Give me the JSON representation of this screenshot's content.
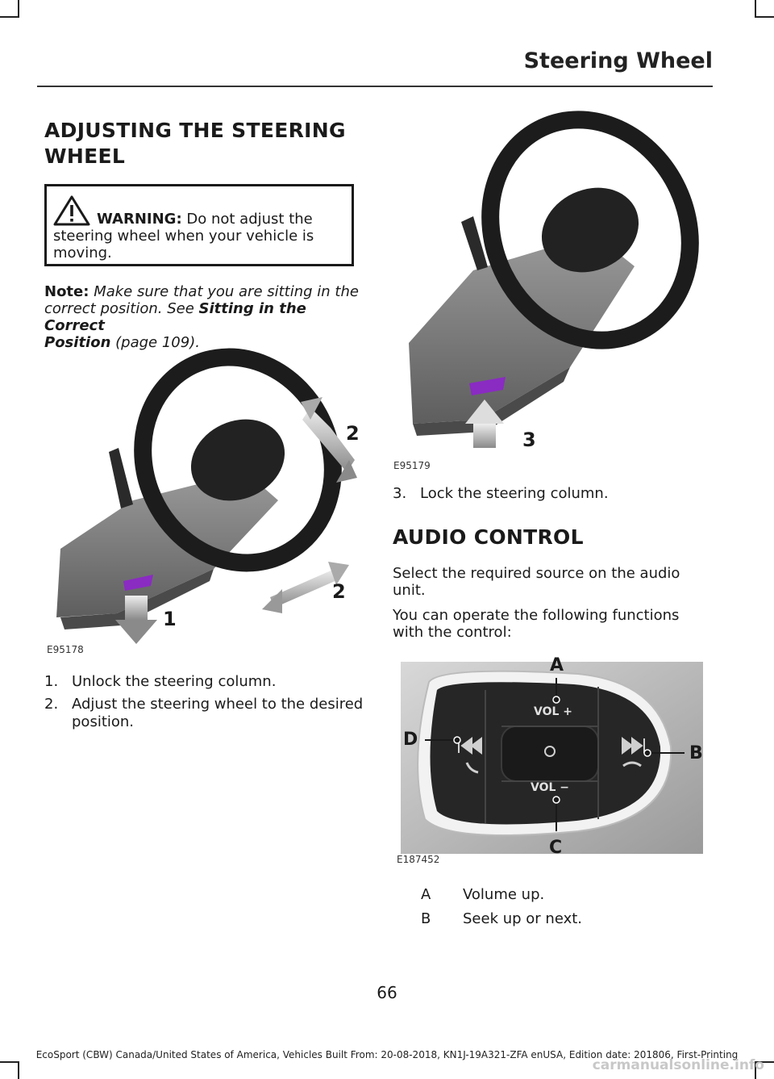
{
  "header": {
    "title": "Steering Wheel"
  },
  "section1": {
    "heading_line1": "ADJUSTING THE STEERING",
    "heading_line2": "WHEEL",
    "warning": {
      "label": "WARNING:",
      "text": "Do not adjust the steering wheel when your vehicle is moving."
    },
    "note": {
      "label": "Note:",
      "text_line1": "Make sure that you are sitting in the",
      "text_line2_pre": "correct position.  See",
      "link_part1": "Sitting in the Correct",
      "link_part2": "Position",
      "page_ref": "(page 109)."
    },
    "figure1": {
      "code": "E95178",
      "callout_1": "1",
      "callout_2a": "2",
      "callout_2b": "2"
    },
    "steps": [
      {
        "num": "1.",
        "text": "Unlock the steering column."
      },
      {
        "num": "2.",
        "text_line1": "Adjust the steering wheel to the desired",
        "text_line2": "position."
      }
    ]
  },
  "figure2": {
    "code": "E95179",
    "callout_3": "3"
  },
  "step3": {
    "num": "3.",
    "text": "Lock the steering column."
  },
  "section2": {
    "heading": "AUDIO CONTROL",
    "para1_line1": "Select the required source on the audio",
    "para1_line2": "unit.",
    "para2_line1": "You can operate the following functions",
    "para2_line2": "with the control:",
    "figure3": {
      "code": "E187452",
      "labels": {
        "a": "A",
        "b": "B",
        "c": "C",
        "d": "D"
      },
      "vol_up": "VOL +",
      "vol_down": "VOL −"
    },
    "legend": [
      {
        "key": "A",
        "value": "Volume up."
      },
      {
        "key": "B",
        "value": "Seek up or next."
      }
    ]
  },
  "footer": {
    "page_number": "66",
    "edition": "EcoSport (CBW) Canada/United States of America, Vehicles Built From: 20-08-2018, KN1J-19A321-ZFA enUSA, Edition date: 201806, First-Printing",
    "watermark": "carmanualsonline.info"
  }
}
